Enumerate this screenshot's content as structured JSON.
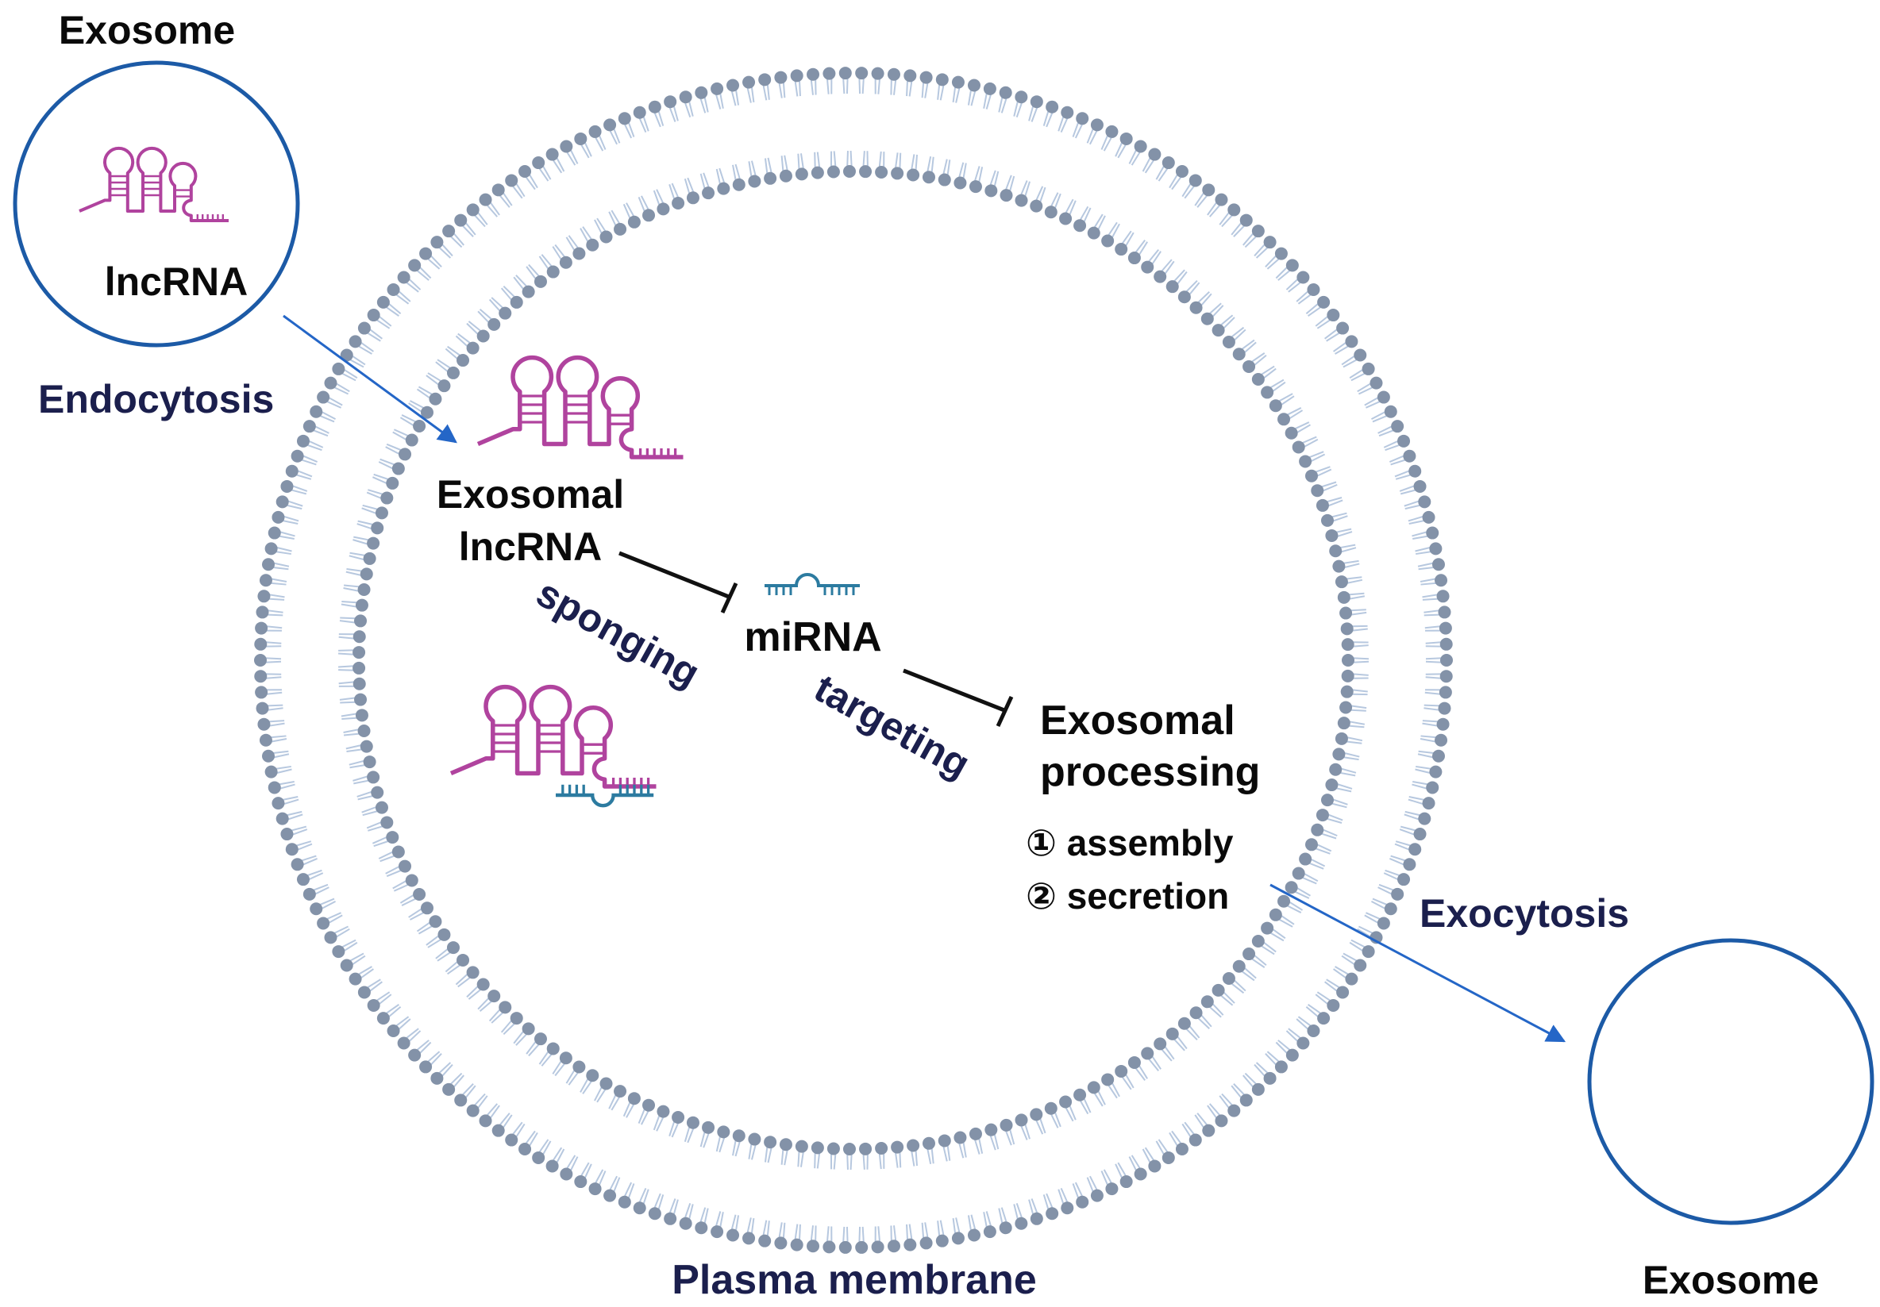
{
  "labels": {
    "exosome_top": "Exosome",
    "lncrna_in_exosome": "lncRNA",
    "endocytosis": "Endocytosis",
    "exosomal_lncrna_line1": "Exosomal",
    "exosomal_lncrna_line2": "lncRNA",
    "sponging": "sponging",
    "mirna": "miRNA",
    "targeting": "targeting",
    "exosomal_processing_line1": "Exosomal",
    "exosomal_processing_line2": "processing",
    "step1": "① assembly",
    "step2": "② secretion",
    "exocytosis": "Exocytosis",
    "plasma_membrane": "Plasma membrane",
    "exosome_bottom": "Exosome"
  },
  "colors": {
    "dark_text": "#0a0a0a",
    "navy_text": "#1b1f4d",
    "exosome_ring": "#1c5aa6",
    "arrow_blue": "#2466c7",
    "lncrna_magenta": "#b0439e",
    "mirna_teal": "#2c7ba0",
    "membrane_head": "#8392a8",
    "membrane_tail": "#b7c8df"
  }
}
